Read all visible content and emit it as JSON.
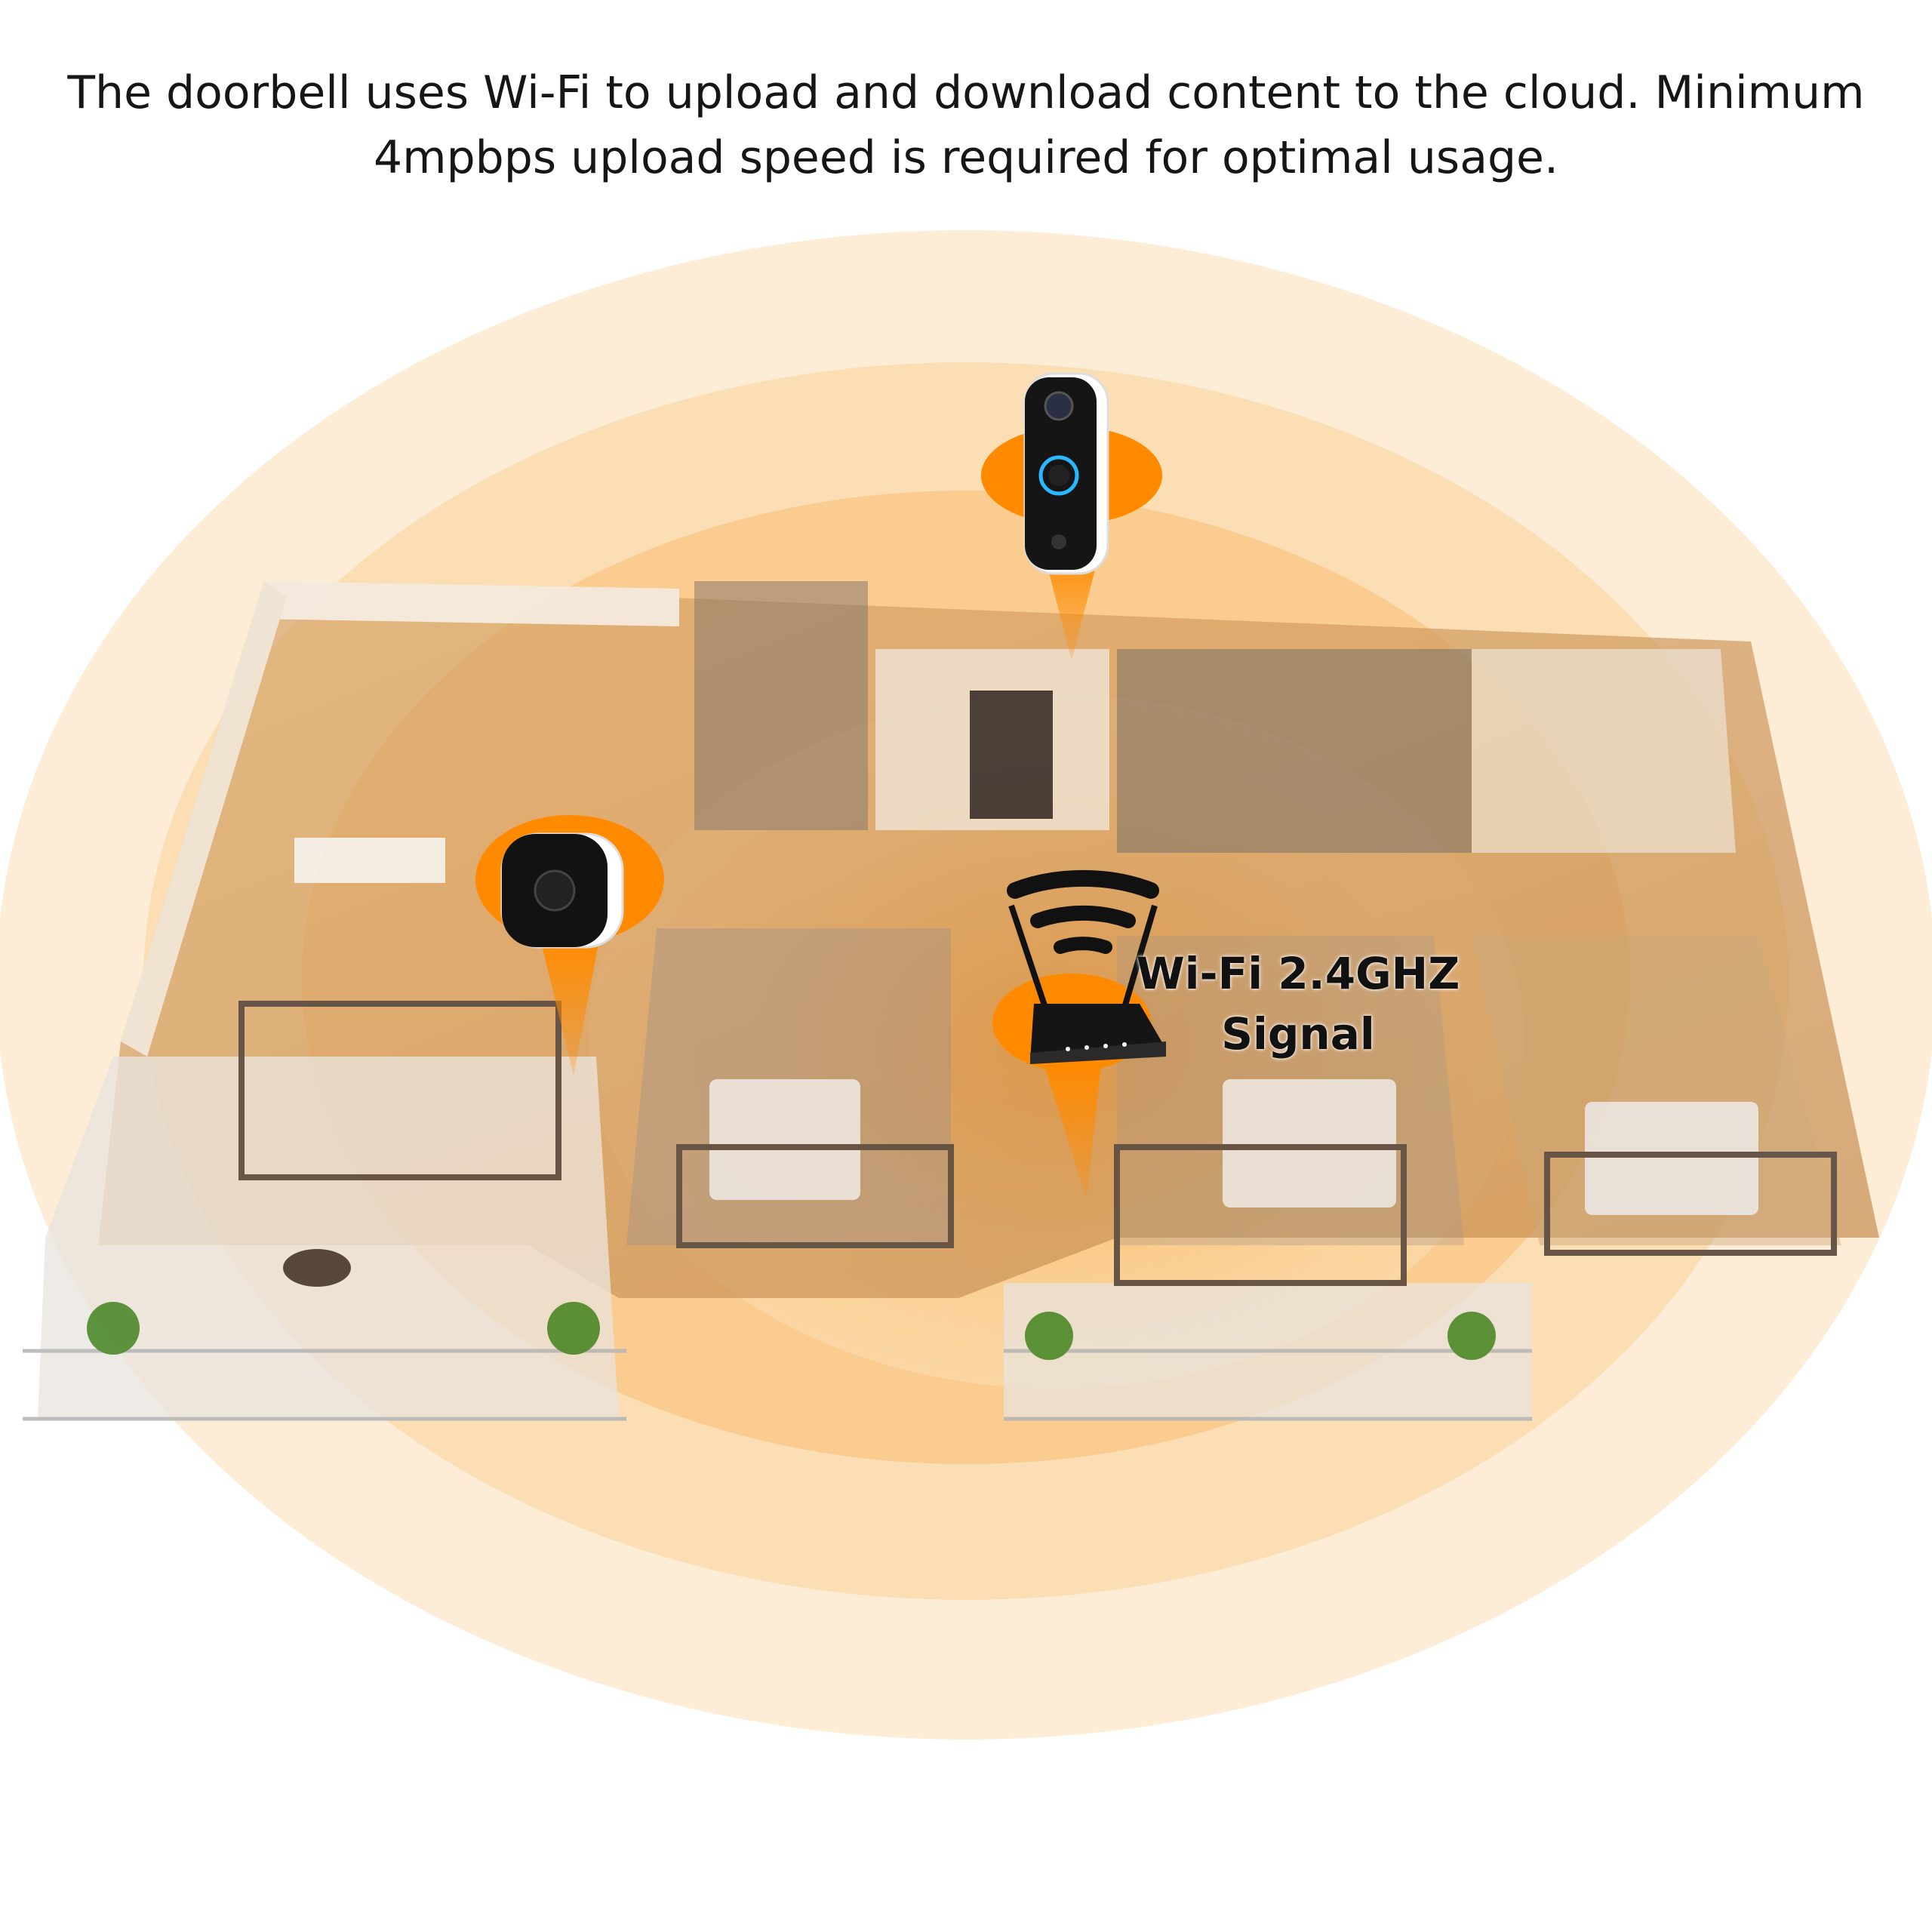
{
  "caption": {
    "line1": "The doorbell uses Wi-Fi to upload and download content to the cloud. Minimum",
    "line2": "4mpbps upload speed is required for optimal usage."
  },
  "router_label": {
    "line1": "Wi-Fi 2.4GHZ",
    "line2": "Signal"
  },
  "colors": {
    "signal_orange": "#ff8a00",
    "signal_glow": "#f9d9a6",
    "floor_wood": "#d9a86c",
    "wall": "#f3eadf"
  },
  "icons": [
    "doorbell-icon",
    "indoor-chime-icon",
    "wifi-router-icon",
    "wifi-waves-icon"
  ]
}
